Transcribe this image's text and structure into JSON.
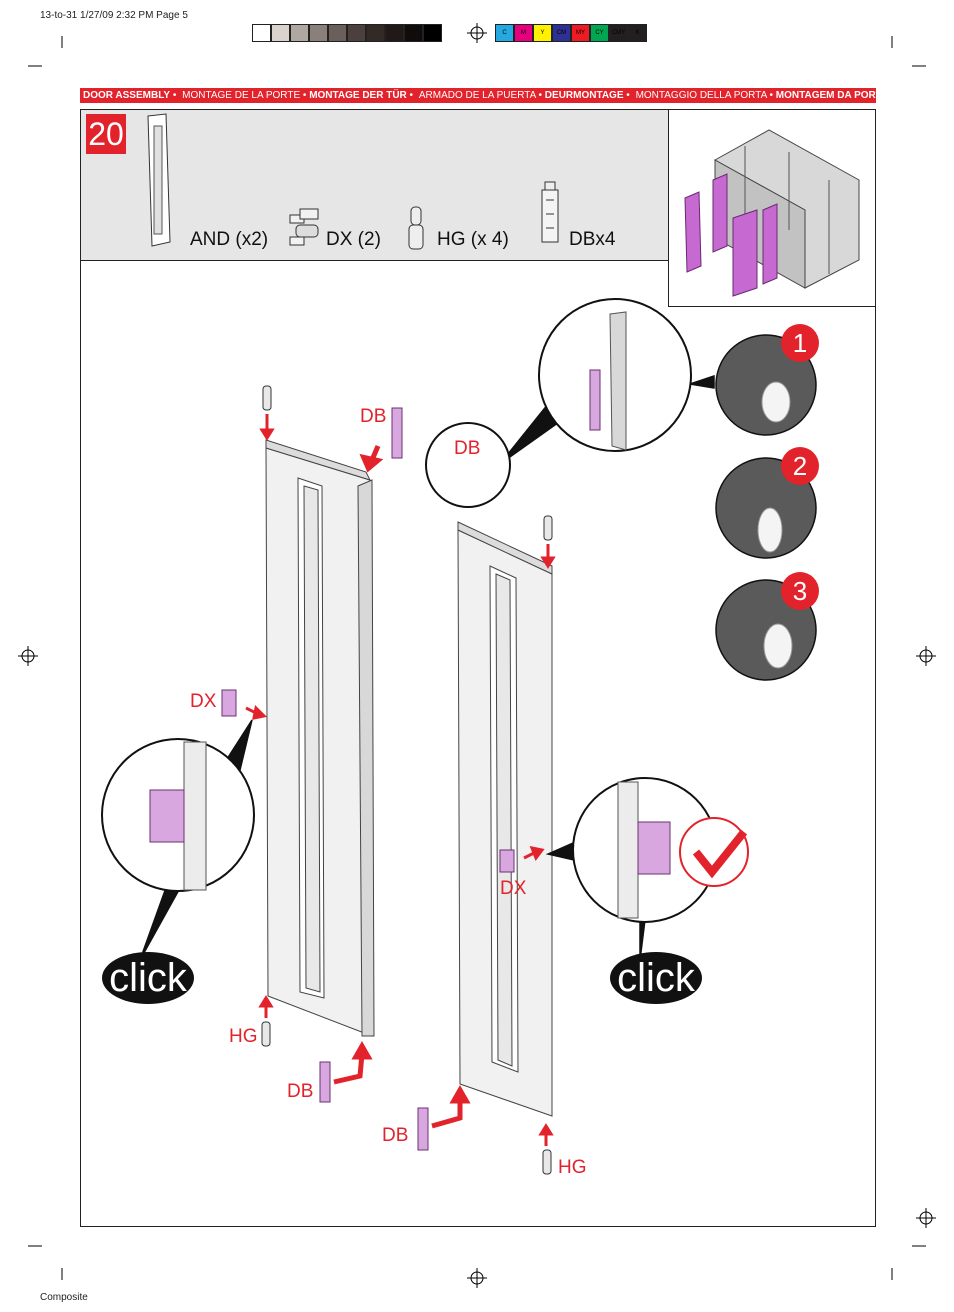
{
  "slug": {
    "header": "13-to-31 1/27/09 2:32 PM Page 5",
    "footer": "Composite"
  },
  "banner": {
    "items": [
      {
        "text": "DOOR ASSEMBLY",
        "bold": true
      },
      {
        "text": "MONTAGE DE LA PORTE",
        "bold": false
      },
      {
        "text": "MONTAGE DER TÜR",
        "bold": true
      },
      {
        "text": "ARMADO DE LA PUERTA",
        "bold": false
      },
      {
        "text": "DEURMONTAGE",
        "bold": true
      },
      {
        "text": "MONTAGGIO DELLA PORTA",
        "bold": false
      },
      {
        "text": "MONTAGEM DA PORTA",
        "bold": true
      }
    ],
    "separator": " • "
  },
  "step": {
    "number": "20"
  },
  "parts": {
    "and": "AND (x2)",
    "dx": "DX (2)",
    "hg": "HG (x 4)",
    "db": "DBx4"
  },
  "callouts": {
    "db_top_left": "DB",
    "db_zoom": "DB",
    "dx_left": "DX",
    "dx_right": "DX",
    "hg_left": "HG",
    "hg_right": "HG",
    "db_bottom_left": "DB",
    "db_bottom_right": "DB",
    "click_left": "click",
    "click_right": "click"
  },
  "steps_right": [
    "1",
    "2",
    "3"
  ],
  "colors": {
    "brand_red": "#e2232b",
    "part_pink": "#d9a7df",
    "panel_gray": "#e6e6e6",
    "shed_magenta": "#c66ad1"
  },
  "colorbar": {
    "cmyk": [
      "C",
      "M",
      "Y",
      "CM",
      "MY",
      "CY",
      "CMY",
      "K"
    ],
    "cmyk_colors": [
      "#25a9e0",
      "#e6007e",
      "#fff200",
      "#2e3192",
      "#ed1c24",
      "#00a651",
      "#231f20",
      "#231f20"
    ],
    "grays": [
      "#ffffff",
      "#d9d2cf",
      "#b0a6a2",
      "#8a7f7b",
      "#6b5f5b",
      "#4b403d",
      "#332a28",
      "#201917",
      "#100c0b",
      "#000000"
    ]
  }
}
